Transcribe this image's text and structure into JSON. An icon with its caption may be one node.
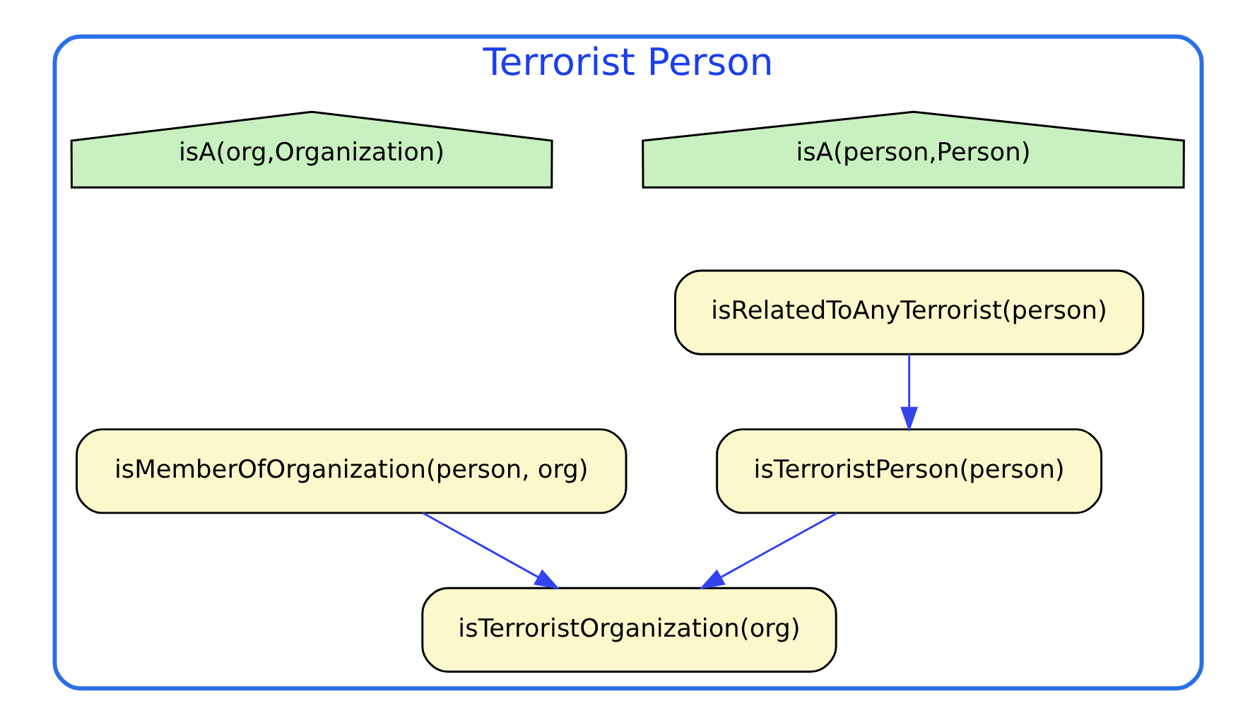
{
  "diagram": {
    "nodes": [
      {
        "text": [
          "Terrorist Person"
        ]
      },
      {
        "text": [
          "isA(person,Person)"
        ],
        "in": 0
      },
      {
        "text": [
          "isA(org,Organization)"
        ],
        "in": 0
      },
      {
        "text": [
          "isRelatedToAnyTerrorist(person)"
        ],
        "in": 0
      },
      {
        "text": [
          "isTerroristPerson(person)"
        ],
        "in": 0
      },
      {
        "text": [
          "isMemberOfOrganization(person, org)"
        ],
        "in": 0
      },
      {
        "text": [
          "isTerroristOrganization(org)"
        ],
        "in": 0
      }
    ],
    "edges": [
      {
        "from": 3,
        "to": 4,
        "arrow": "to"
      },
      {
        "from": 4,
        "to": 6,
        "arrow": "to"
      },
      {
        "from": 5,
        "to": 6,
        "arrow": "to"
      }
    ]
  }
}
